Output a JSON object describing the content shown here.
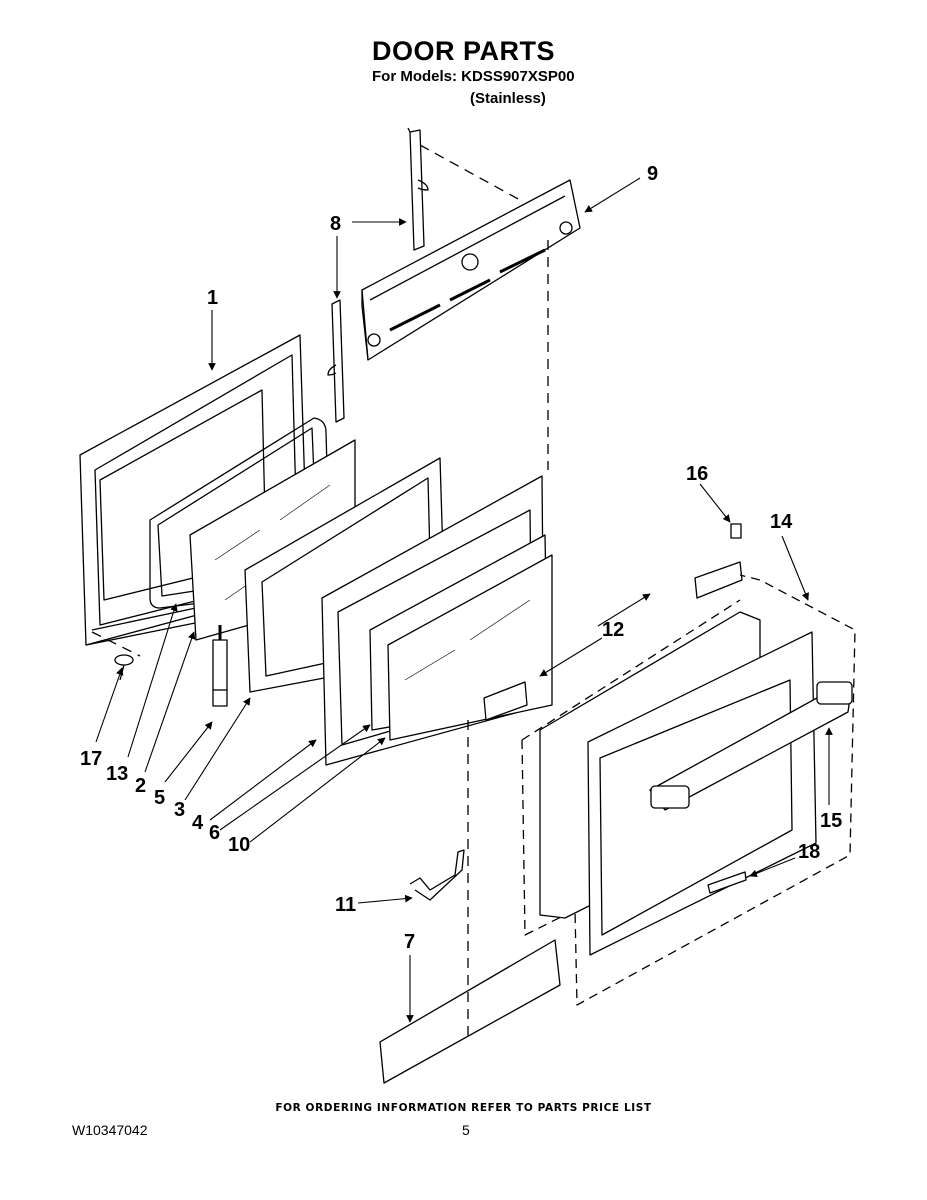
{
  "header": {
    "title": "DOOR PARTS",
    "models_line": "For Models: KDSS907XSP00",
    "finish_line": "(Stainless)"
  },
  "callouts": {
    "c1": "1",
    "c2": "2",
    "c3": "3",
    "c4": "4",
    "c5": "5",
    "c6": "6",
    "c7": "7",
    "c8": "8",
    "c9": "9",
    "c10": "10",
    "c11": "11",
    "c12": "12",
    "c13": "13",
    "c14": "14",
    "c15": "15",
    "c16": "16",
    "c17": "17",
    "c18": "18"
  },
  "footer": {
    "ordering_note": "FOR ORDERING INFORMATION REFER TO PARTS PRICE LIST",
    "document_number": "W10347042",
    "page_number": "5"
  }
}
